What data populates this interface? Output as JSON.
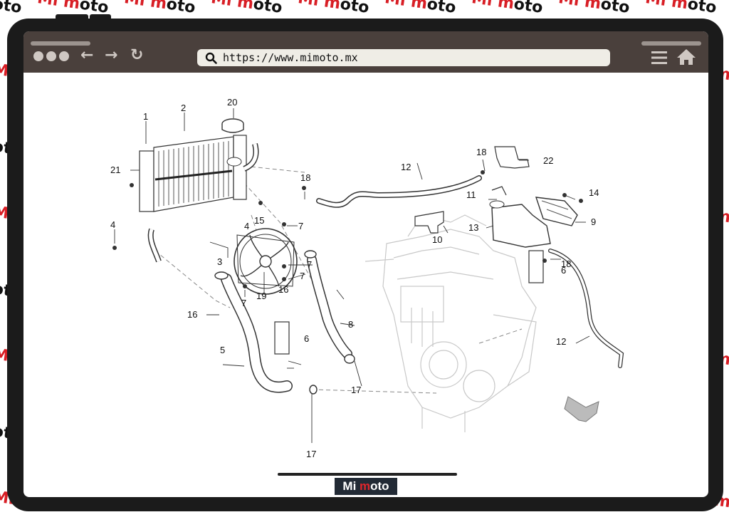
{
  "watermark": {
    "part1": "Mi ",
    "part2": "m",
    "part3": "oto"
  },
  "browser": {
    "url": "https://www.mimoto.mx",
    "icons": [
      "search-icon",
      "back-arrow-icon",
      "forward-arrow-icon",
      "reload-icon",
      "menu-icon",
      "home-icon"
    ]
  },
  "callouts": {
    "c1": "1",
    "c2": "2",
    "c3": "3",
    "c4a": "4",
    "c4b": "4",
    "c5": "5",
    "c6a": "6",
    "c6b": "6",
    "c7a": "7",
    "c7b": "7",
    "c7c": "7",
    "c7d": "7",
    "c8": "8",
    "c9": "9",
    "c10": "10",
    "c11": "11",
    "c12a": "12",
    "c12b": "12",
    "c13": "13",
    "c14": "14",
    "c15": "15",
    "c16a": "16",
    "c16b": "16",
    "c17a": "17",
    "c17b": "17",
    "c18a": "18",
    "c18b": "18",
    "c18c": "18",
    "c19": "19",
    "c20": "20",
    "c21": "21",
    "c22": "22"
  },
  "logo": {
    "part1": "Mi ",
    "part2": "m",
    "part3": "oto"
  },
  "colors": {
    "bar": "#4a403c",
    "brand_red": "#d81e25",
    "logo_bg": "#222a35"
  }
}
